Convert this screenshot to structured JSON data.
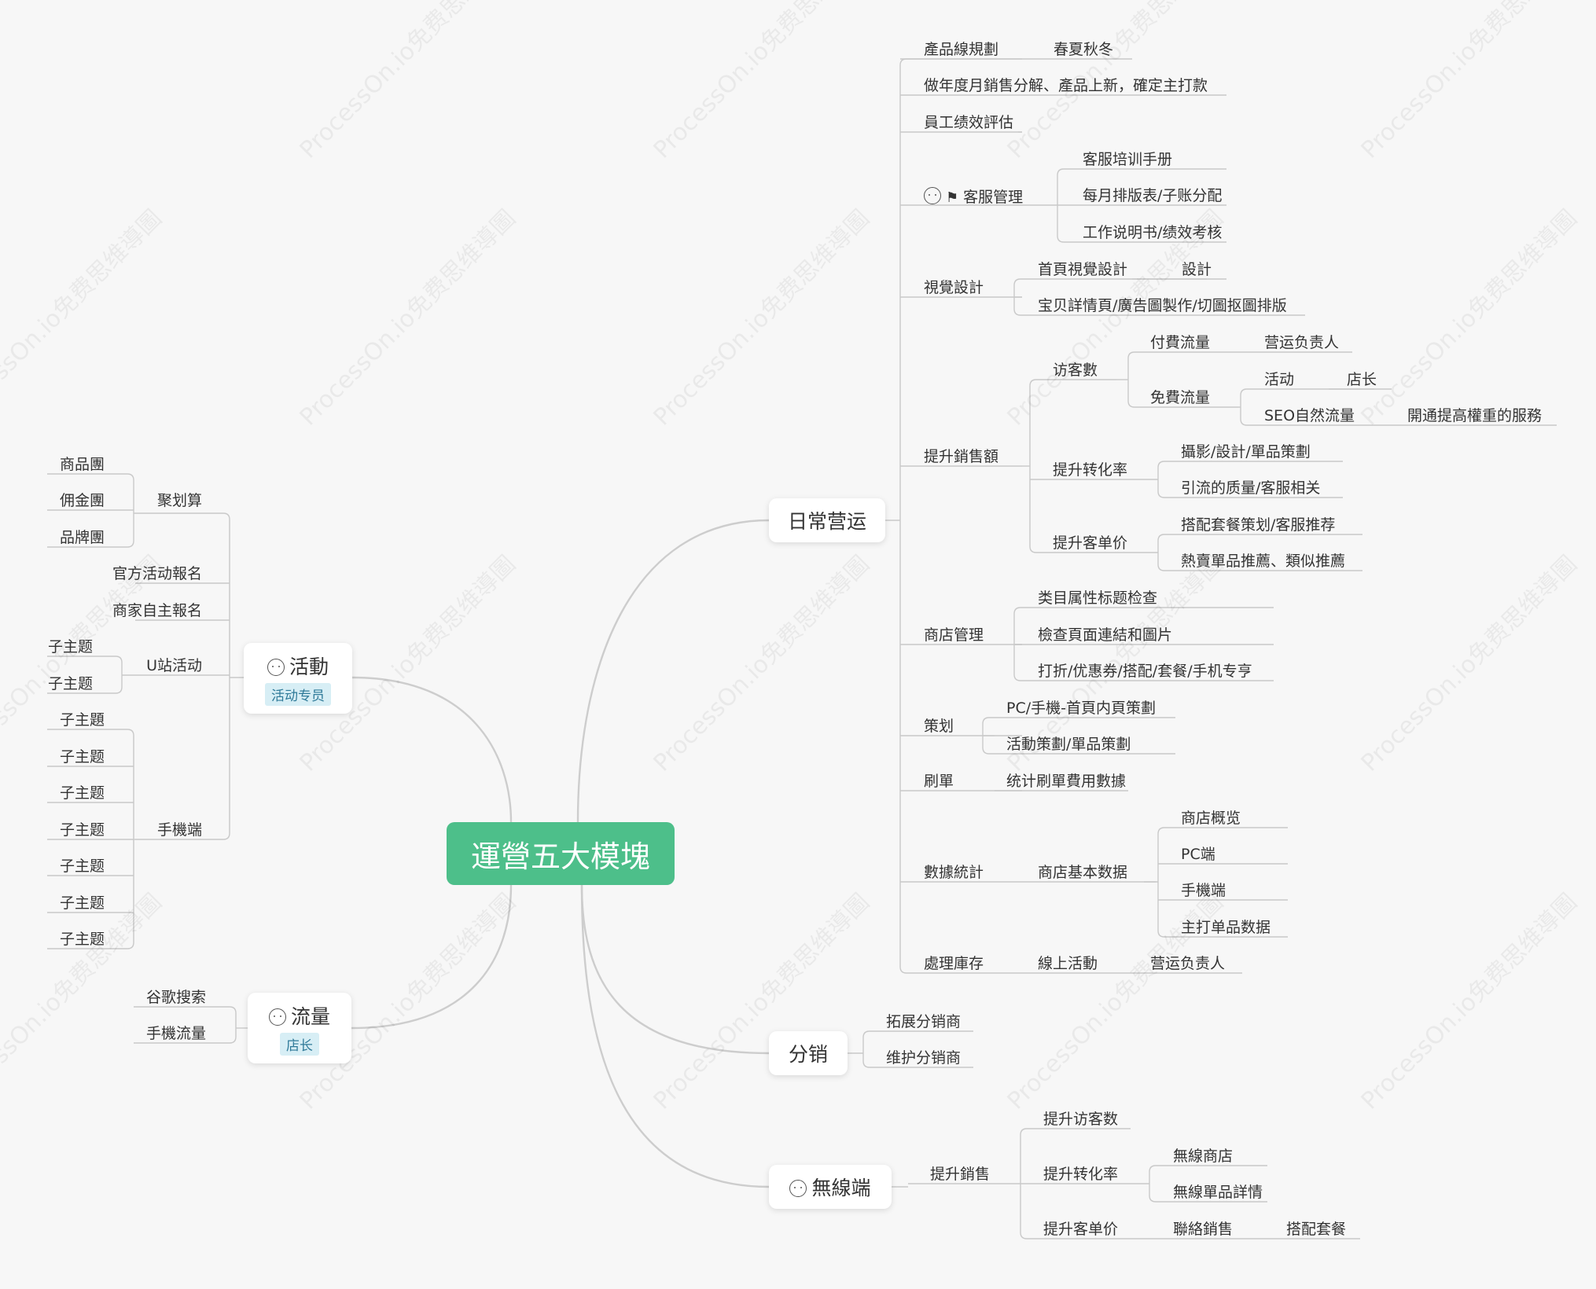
{
  "root": "運營五大模塊",
  "watermark": "ProcessOn.io免费思维導圖",
  "topics": {
    "daily": "日常营运",
    "activity": "活動",
    "activity_tag": "活动专员",
    "traffic": "流量",
    "traffic_tag": "店长",
    "distribution": "分销",
    "wireless": "無線端"
  },
  "daily": {
    "product_line": "產品線規劃",
    "seasons": "春夏秋冬",
    "annual_plan": "做年度月銷售分解、產品上新，確定主打款",
    "staff": "員工绩效評估",
    "service": "客服管理",
    "service_items": [
      "客服培训手册",
      "每月排版表/子账分配",
      "工作说明书/绩效考核"
    ],
    "visual": "視覺設計",
    "visual_home": "首頁視覺設計",
    "visual_design": "設計",
    "visual_detail": "宝贝詳情頁/廣告圖製作/切圖抠圖排版",
    "sales": "提升銷售額",
    "visitors": "访客數",
    "paid": "付費流量",
    "paid_owner": "营运负责人",
    "free": "免費流量",
    "free_activity": "活动",
    "free_activity_owner": "店长",
    "seo": "SEO自然流量",
    "seo_service": "開通提高權重的服務",
    "conversion": "提升转化率",
    "conversion_items": [
      "攝影/設計/單品策劃",
      "引流的质量/客服相关"
    ],
    "avg_price": "提升客单价",
    "avg_price_items": [
      "搭配套餐策划/客服推荐",
      "熱賣單品推薦、類似推薦"
    ],
    "store": "商店管理",
    "store_items": [
      "类目属性标题检查",
      "檢查頁面連結和圖片",
      "打折/优惠券/搭配/套餐/手机专亨"
    ],
    "planning": "策划",
    "planning_items": [
      "PC/手機-首頁内頁策劃",
      "活動策劃/單品策劃"
    ],
    "brushing": "刷單",
    "brushing_item": "统计刷單費用數據",
    "stats": "數據統計",
    "store_data": "商店基本数据",
    "store_data_items": [
      "商店概览",
      "PC端",
      "手機端",
      "主打单品数据"
    ],
    "inventory": "處理庫存",
    "online_event": "線上活動",
    "online_event_owner": "营运负责人"
  },
  "distribution": {
    "items": [
      "拓展分销商",
      "维护分销商"
    ]
  },
  "wireless": {
    "sales": "提升銷售",
    "visitors": "提升访客数",
    "conversion": "提升转化率",
    "conversion_items": [
      "無線商店",
      "無線單品詳情"
    ],
    "avg_price": "提升客单价",
    "cross_sell": "聯絡銷售",
    "bundle": "搭配套餐"
  },
  "activity": {
    "juhuasuan": "聚划算",
    "juhuasuan_items": [
      "商品團",
      "佣金團",
      "品牌團"
    ],
    "official": "官方活动報名",
    "merchant": "商家自主報名",
    "u_site": "U站活动",
    "u_site_items": [
      "子主题",
      "子主题"
    ],
    "mobile": "手機端",
    "mobile_items": [
      "子主題",
      "子主题",
      "子主题",
      "子主题",
      "子主题",
      "子主题",
      "子主题"
    ]
  },
  "traffic": {
    "items": [
      "谷歌搜索",
      "手機流量"
    ]
  }
}
